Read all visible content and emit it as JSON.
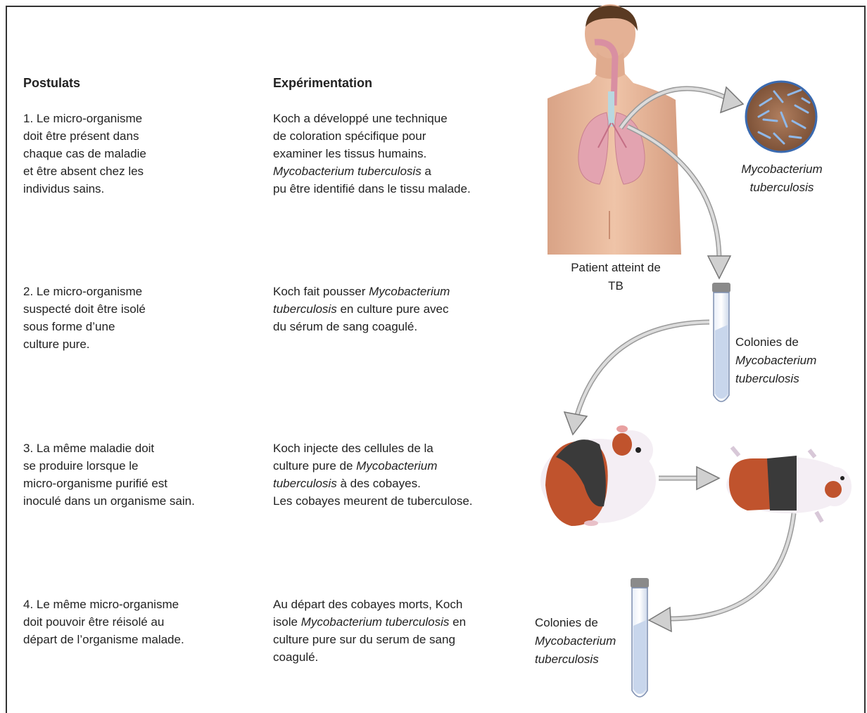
{
  "headers": {
    "postulats": "Postulats",
    "experimentation": "Expérimentation"
  },
  "rows": [
    {
      "postulat": "1. Le micro-organisme\ndoit être présent dans\nchaque cas de maladie\net être absent chez les\nindividus sains.",
      "exp": [
        {
          "t": "Koch a développé une technique\nde coloration spécifique pour\nexaminer les tissus humains.\n"
        },
        {
          "t": "Mycobacterium tuberculosis",
          "i": true
        },
        {
          "t": " a\npu être identifié dans le tissu malade."
        }
      ]
    },
    {
      "postulat": "2. Le micro-organisme\nsuspecté doit être isolé\nsous forme d’une\nculture pure.",
      "exp": [
        {
          "t": "Koch fait pousser "
        },
        {
          "t": "Mycobacterium\ntuberculosis",
          "i": true
        },
        {
          "t": " en culture pure avec\ndu sérum de sang coagulé."
        }
      ]
    },
    {
      "postulat": "3. La même maladie doit\nse produire lorsque le\nmicro-organisme purifié est\ninoculé dans un organisme sain.",
      "exp": [
        {
          "t": "Koch  injecte des cellules de la\nculture pure de "
        },
        {
          "t": "Mycobacterium\ntuberculosis",
          "i": true
        },
        {
          "t": " à des cobayes.\nLes cobayes meurent de tuberculose."
        }
      ]
    },
    {
      "postulat": "4. Le même micro-organisme\ndoit pouvoir être réisolé au\ndépart de l’organisme  malade.",
      "exp": [
        {
          "t": "Au départ des cobayes morts, Koch\nisole "
        },
        {
          "t": "Mycobacterium tuberculosis",
          "i": true
        },
        {
          "t": " en\nculture pure sur du serum de sang\ncoagulé."
        }
      ]
    }
  ],
  "labels": {
    "bacteria": "Mycobacterium\ntuberculosis",
    "patient": "Patient\natteint de TB",
    "colonies1_prefix": "Colonies de",
    "colonies1_name": "Mycobacterium\ntuberculosis",
    "colonies2_prefix": "Colonies de",
    "colonies2_name": "Mycobacterium\ntuberculosis"
  },
  "colors": {
    "skin": "#e8b89a",
    "lung": "#e3a3b0",
    "bacteria_bg": "#9a6a4e",
    "bacteria_rod": "#6fa0d8",
    "arrow": "#c8c8c8",
    "guinea_pig_black": "#3a3a3a",
    "guinea_pig_orange": "#c0532d"
  }
}
